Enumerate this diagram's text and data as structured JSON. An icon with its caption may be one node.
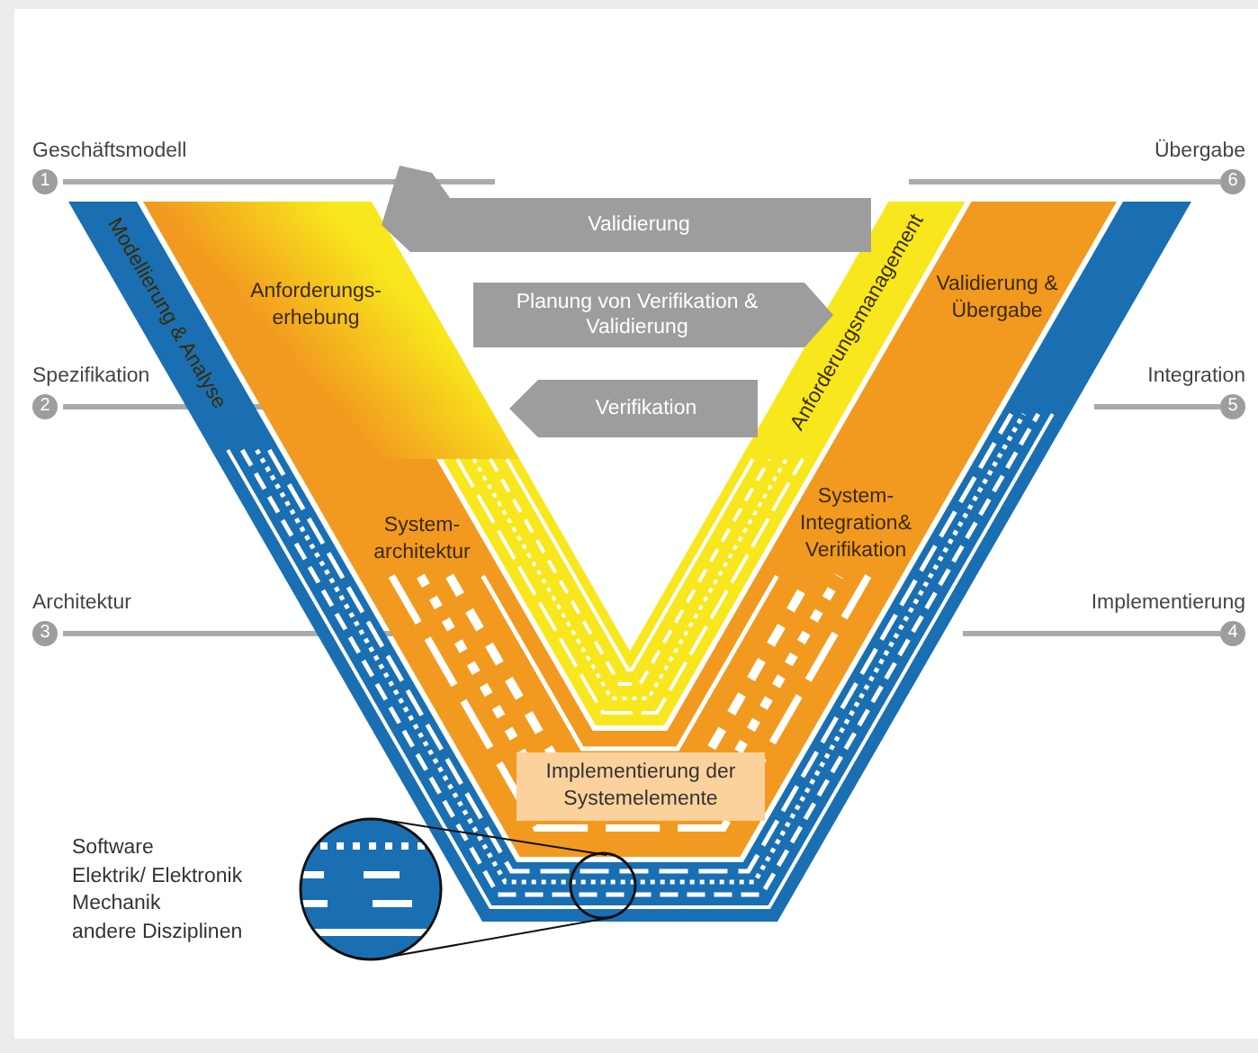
{
  "diagram": {
    "nodes": [
      {
        "text": [
          "1"
        ],
        "beside": [
          "Geschäftsmodell"
        ]
      },
      {
        "text": [
          "2"
        ],
        "beside": [
          "Spezifikation"
        ]
      },
      {
        "text": [
          "3"
        ],
        "beside": [
          "Architektur"
        ]
      },
      {
        "text": [
          "4"
        ],
        "beside": [
          "Implementierung"
        ]
      },
      {
        "text": [
          "5"
        ],
        "beside": [
          "Integration"
        ]
      },
      {
        "text": [
          "6"
        ],
        "beside": [
          "Übergabe"
        ]
      },
      {
        "text": [
          "Validierung"
        ]
      },
      {
        "text": [
          "Planung von Verifikation & Validierung"
        ]
      },
      {
        "text": [
          "Verifikation"
        ]
      },
      {
        "text": [
          "Implementierung der Systemelemente"
        ]
      }
    ],
    "edges": [],
    "labels": [
      "Modellierung & Analyse",
      "Anforderungs- erhebung",
      "Anforderungsmanagement",
      "Validierung & Übergabe",
      "System- architektur",
      "System- Integration& Verifikation"
    ],
    "legend": [
      {
        "text": "Software"
      },
      {
        "text": "Elektrik/ Elektronik"
      },
      {
        "text": "Mechanik"
      },
      {
        "text": "andere Disziplinen"
      }
    ]
  }
}
